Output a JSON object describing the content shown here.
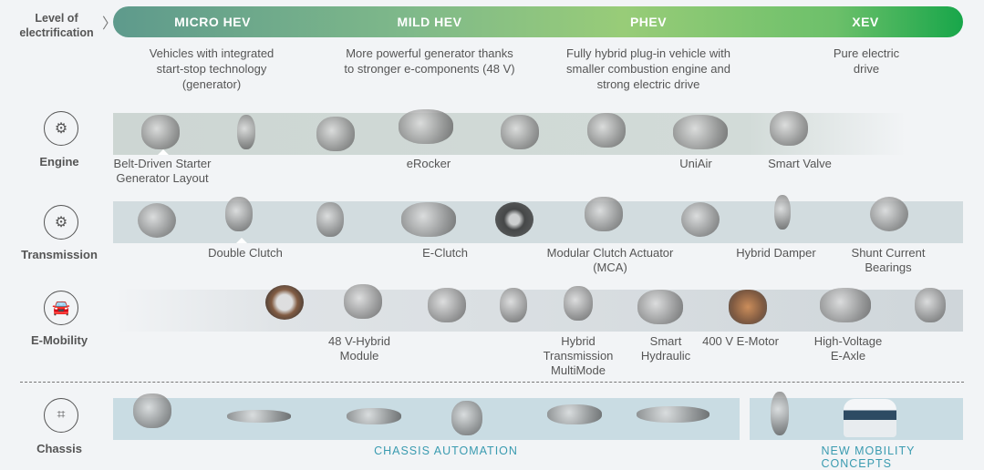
{
  "header": {
    "level_label": "Level of electrification",
    "stages": [
      {
        "name": "MICRO HEV",
        "description": "Vehicles with integrated\nstart-stop technology\n(generator)"
      },
      {
        "name": "MILD HEV",
        "description": "More powerful generator thanks\nto stronger e-components (48 V)"
      },
      {
        "name": "PHEV",
        "description": "Fully hybrid plug-in vehicle with\nsmaller combustion engine and\nstrong electric drive"
      },
      {
        "name": "XEV",
        "description": "Pure electric\ndrive"
      }
    ]
  },
  "categories": {
    "engine": {
      "label": "Engine",
      "products": [
        "Belt-Driven Starter\nGenerator Layout",
        "eRocker",
        "UniAir",
        "Smart Valve"
      ]
    },
    "transmission": {
      "label": "Transmission",
      "products": [
        "Double Clutch",
        "E-Clutch",
        "Modular Clutch Actuator\n(MCA)",
        "Hybrid Damper",
        "Shunt Current\nBearings"
      ]
    },
    "emobility": {
      "label": "E-Mobility",
      "products": [
        "48 V-Hybrid\nModule",
        "Hybrid\nTransmission\nMultiMode",
        "Smart\nHydraulic",
        "400 V E-Motor",
        "High-Voltage\nE-Axle"
      ]
    },
    "chassis": {
      "label": "Chassis",
      "captions": [
        "CHASSIS AUTOMATION",
        "NEW MOBILITY CONCEPTS"
      ]
    }
  }
}
